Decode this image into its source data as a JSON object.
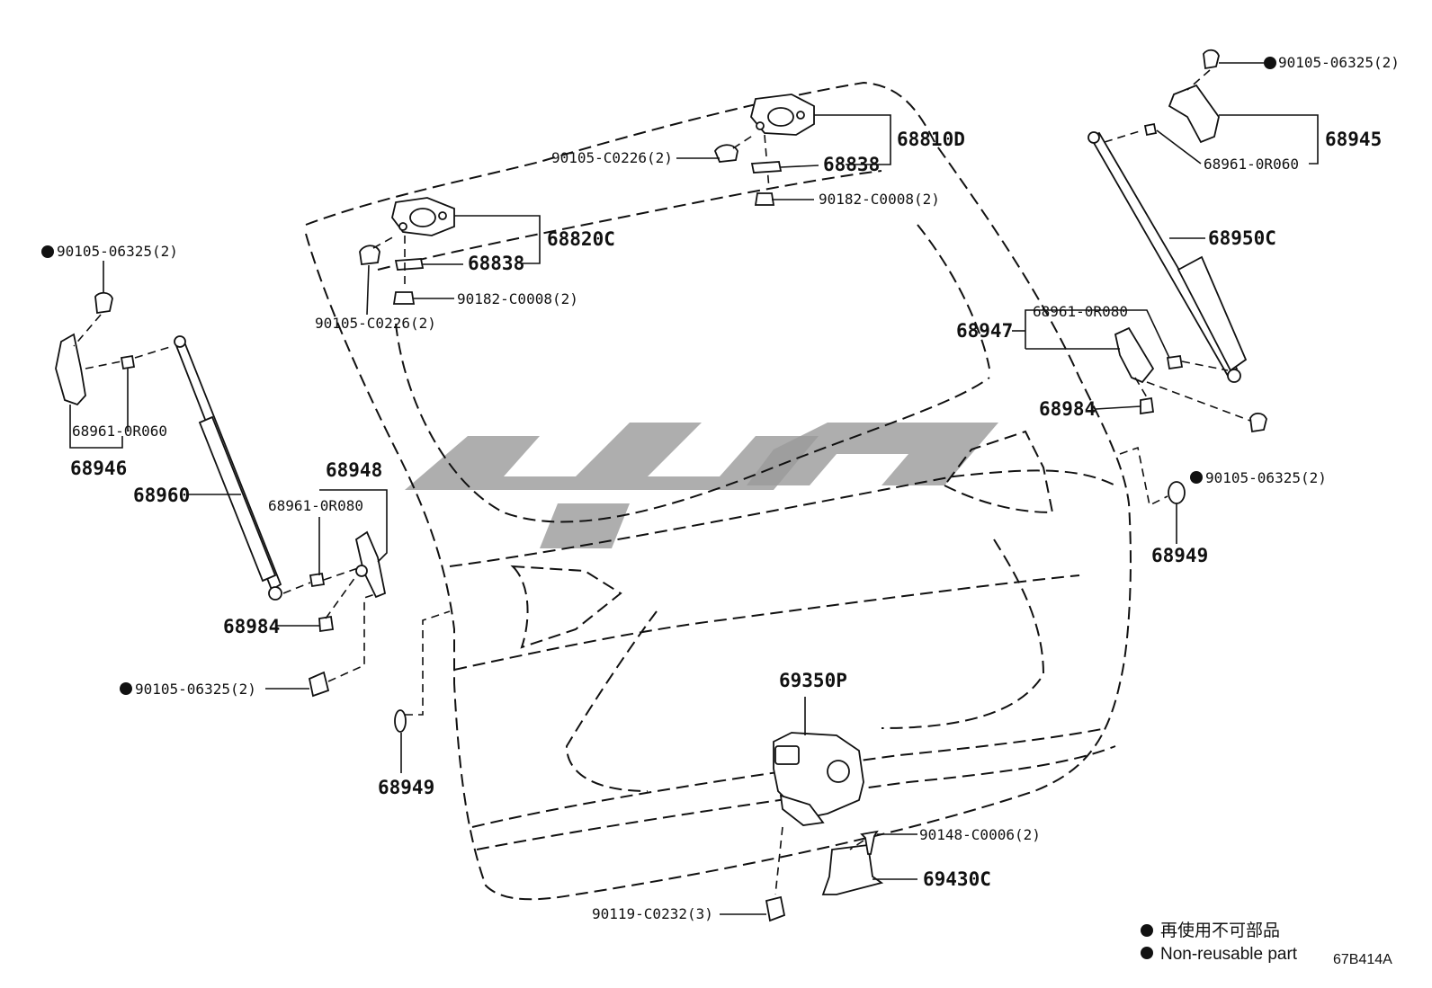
{
  "labels": {
    "l_68810D": "68810D",
    "l_68838_top": "68838",
    "l_90105C0226_top": "90105-C0226(2)",
    "l_90182C0008_top": "90182-C0008(2)",
    "l_68820C": "68820C",
    "l_68838_mid": "68838",
    "l_90182C0008_mid": "90182-C0008(2)",
    "l_90105C0226_mid": "90105-C0226(2)",
    "l_9010506325_tr": "90105-06325(2)",
    "l_68945": "68945",
    "l_68961OR060_r": "68961-0R060",
    "l_68950C": "68950C",
    "l_68961OR080_r": "68961-0R080",
    "l_68947": "68947",
    "l_68984_r": "68984",
    "l_9010506325_r": "90105-06325(2)",
    "l_68949_r": "68949",
    "l_9010506325_l": "90105-06325(2)",
    "l_68961OR060_l": "68961-0R060",
    "l_68946": "68946",
    "l_68960": "68960",
    "l_68948": "68948",
    "l_68961OR080_l": "68961-0R080",
    "l_68984_l": "68984",
    "l_9010506325_bl": "90105-06325(2)",
    "l_68949_l": "68949",
    "l_69350P": "69350P",
    "l_90148C0006": "90148-C0006(2)",
    "l_69430C": "69430C",
    "l_90119C0232": "90119-C0232(3)"
  },
  "legend": {
    "jp": "再使用不可部品",
    "en": "Non-reusable part"
  },
  "diagram_code": "67B414A",
  "colors": {
    "ink": "#111111",
    "watermark": "#9a9a9a"
  }
}
